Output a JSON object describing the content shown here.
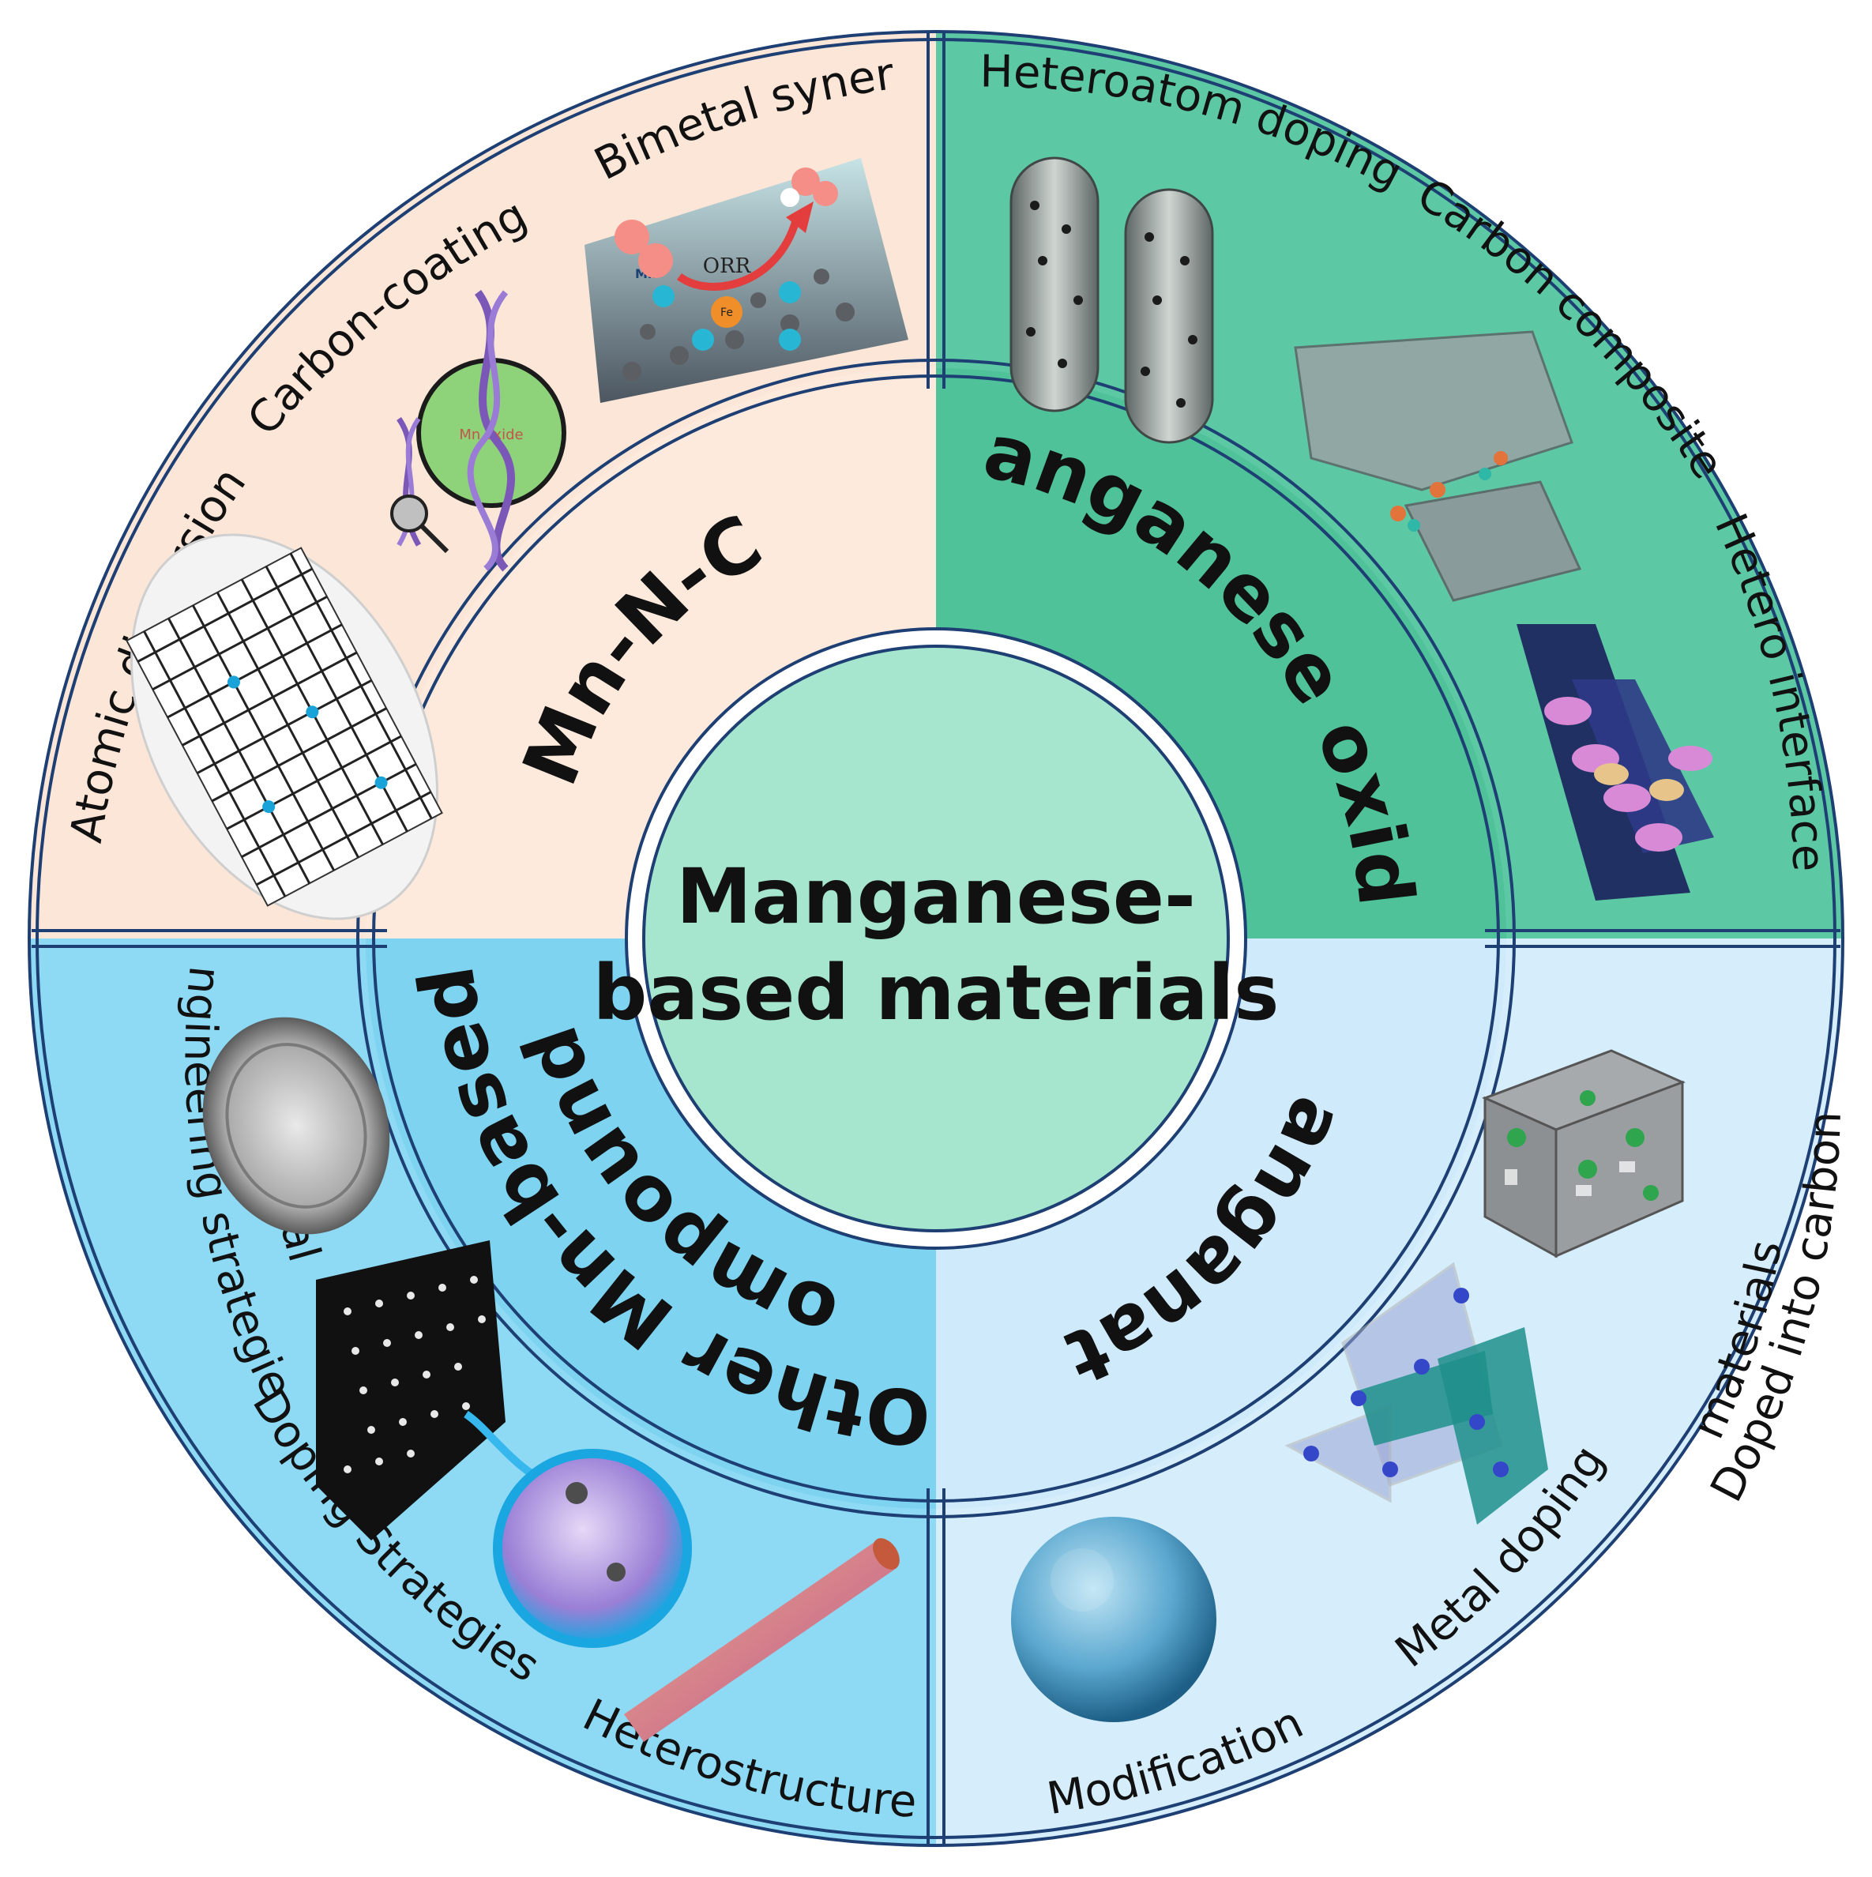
{
  "center": {
    "line1": "Manganese-",
    "line2": "based materials"
  },
  "quadrants": {
    "top_left": {
      "title": "Mn-N-C",
      "bg": "#fbe6d8",
      "inner_bg": "#fdeadc",
      "labels": [
        "Atomic dispersion",
        "Carbon-coating",
        "Bimetal synergy"
      ]
    },
    "top_right": {
      "title": "Manganese oxide",
      "bg": "#5dc9a4",
      "inner_bg": "#4fc29a",
      "labels": [
        "Heteroatom doping",
        "Carbon composite",
        "Hetero interface"
      ]
    },
    "bottom_left": {
      "title_line1": "Other Mn-based",
      "title_line2": "compounds",
      "bg": "#8ed9f3",
      "inner_bg": "#7dd3f0",
      "labels": [
        "Structural",
        "engineering strategies",
        "Doping Strategies",
        "Heterostructure"
      ]
    },
    "bottom_right": {
      "title": "Manganate",
      "bg": "#d6eefb",
      "inner_bg": "#cfeafb",
      "labels": [
        "Doped into carbon",
        "materials",
        "Metal doping",
        "Modification"
      ]
    }
  },
  "figure_annotations": {
    "orr": "ORR",
    "fe": "Fe",
    "mn": "Mn",
    "coating_core": "Mn oxide"
  },
  "colors": {
    "ring_stroke": "#1d3f73",
    "center_fill": "#a6e6cf"
  }
}
